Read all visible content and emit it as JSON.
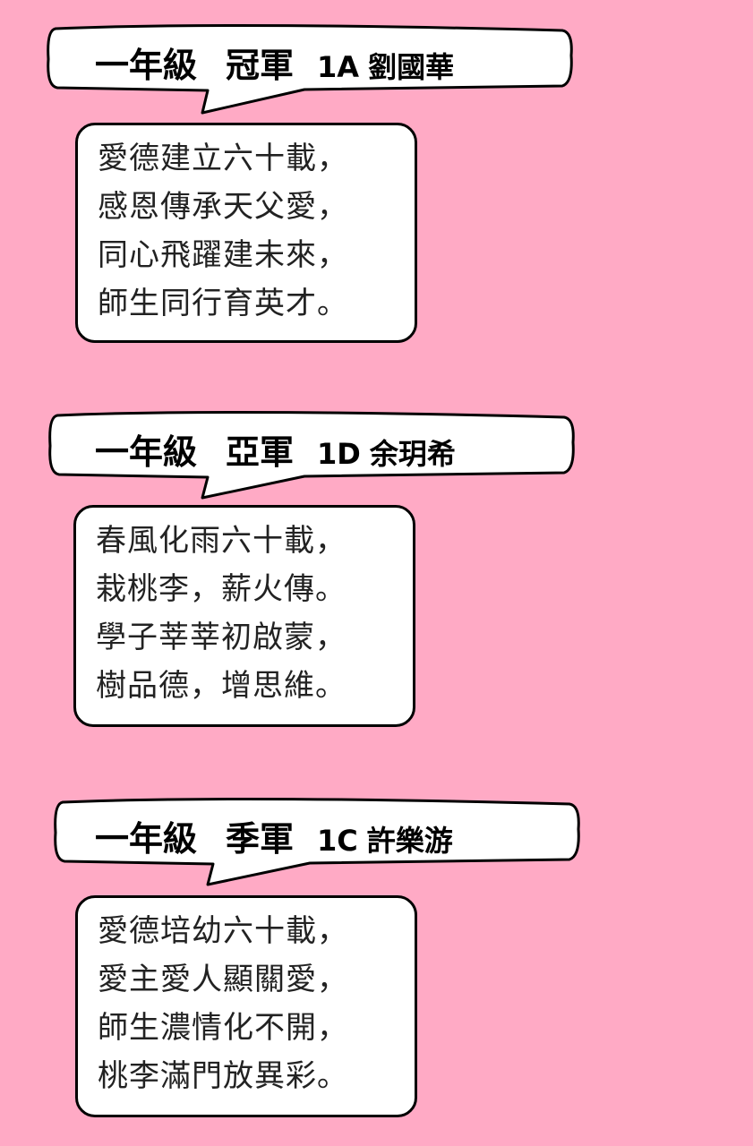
{
  "entries": [
    {
      "grade": "一年級",
      "award": "冠軍",
      "class_name": "1A",
      "student": "劉國華",
      "poem": [
        "愛德建立六十載，",
        "感恩傳承天父愛，",
        "同心飛躍建未來，",
        "師生同行育英才。"
      ]
    },
    {
      "grade": "一年級",
      "award": "亞軍",
      "class_name": "1D",
      "student": "余玥希",
      "poem": [
        "春風化雨六十載，",
        "栽桃李，薪火傳。",
        "學子莘莘初啟蒙，",
        "樹品德，增思維。"
      ]
    },
    {
      "grade": "一年級",
      "award": "季軍",
      "class_name": "1C",
      "student": "許樂游",
      "poem": [
        "愛德培幼六十載，",
        "愛主愛人顯關愛，",
        "師生濃情化不開，",
        "桃李滿門放異彩。"
      ]
    }
  ],
  "colors": {
    "background": "#ffaac5",
    "bubble_fill": "#ffffff",
    "outline": "#000000"
  }
}
